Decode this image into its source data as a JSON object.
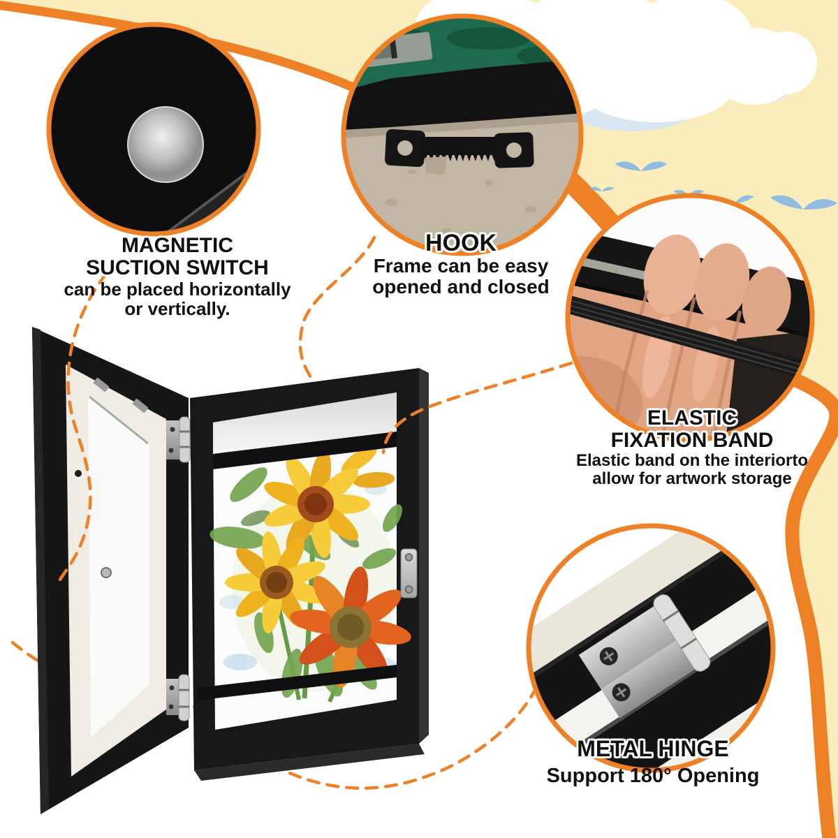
{
  "colors": {
    "accent": "#EE8026",
    "sky": "#FBECBB",
    "bird": "#8FBCDF",
    "cloud_shadow": "#D8E6F1",
    "text": "#111111"
  },
  "callouts": {
    "magnetic_switch": {
      "title_line1": "MAGNETIC",
      "title_line2": "SUCTION SWITCH",
      "body_line1": "can be placed horizontally",
      "body_line2": "or vertically."
    },
    "hook": {
      "title": "HOOK",
      "body_line1": "Frame can be easy",
      "body_line2": "opened and closed"
    },
    "elastic_band": {
      "title_line1": "ELASTIC",
      "title_line2": "FIXATION BAND",
      "body_line1": "Elastic band on the interiorto",
      "body_line2": "allow for artwork storage"
    },
    "metal_hinge": {
      "title": "METAL HINGE",
      "body": "Support 180° Opening"
    }
  }
}
